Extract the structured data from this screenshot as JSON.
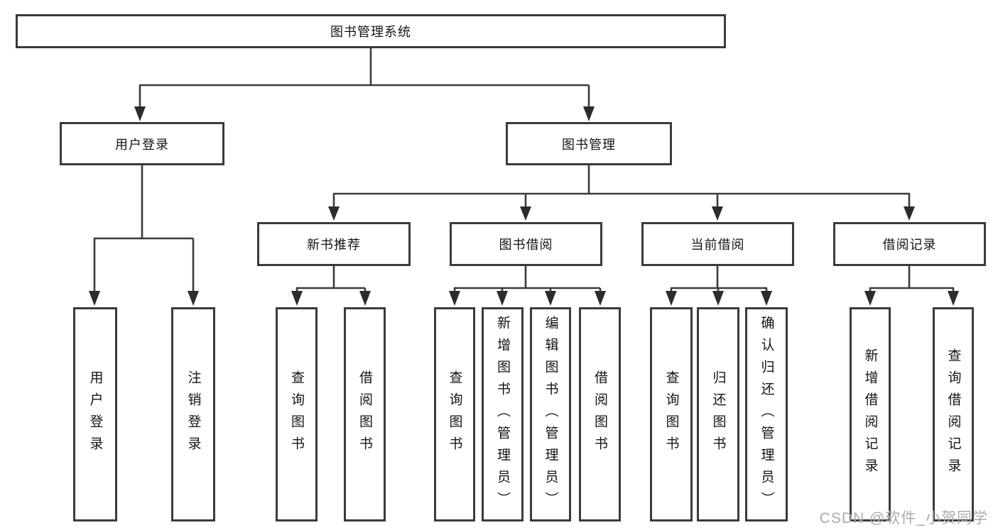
{
  "tree": {
    "root": {
      "label": "图书管理系统"
    },
    "branches": [
      {
        "label": "用户登录",
        "children": [
          {
            "label": "用户登录"
          },
          {
            "label": "注销登录"
          }
        ]
      },
      {
        "label": "图书管理",
        "children": [
          {
            "label": "新书推荐",
            "children": [
              {
                "label": "查询图书"
              },
              {
                "label": "借阅图书"
              }
            ]
          },
          {
            "label": "图书借阅",
            "children": [
              {
                "label": "查询图书"
              },
              {
                "label": "新增图书（管理员）"
              },
              {
                "label": "编辑图书（管理员）"
              },
              {
                "label": "借阅图书"
              }
            ]
          },
          {
            "label": "当前借阅",
            "children": [
              {
                "label": "查询图书"
              },
              {
                "label": "归还图书"
              },
              {
                "label": "确认归还（管理员）"
              }
            ]
          },
          {
            "label": "借阅记录",
            "children": [
              {
                "label": "新增借阅记录"
              },
              {
                "label": "查询借阅记录"
              }
            ]
          }
        ]
      }
    ]
  },
  "colors": {
    "line": "#3b3b3b",
    "arrow": "#2c2c2c",
    "box_border": "#3b3b3b",
    "text": "#141414",
    "watermark": "#ababab"
  },
  "watermark": {
    "text": "CSDN @软件_小贺同学"
  }
}
